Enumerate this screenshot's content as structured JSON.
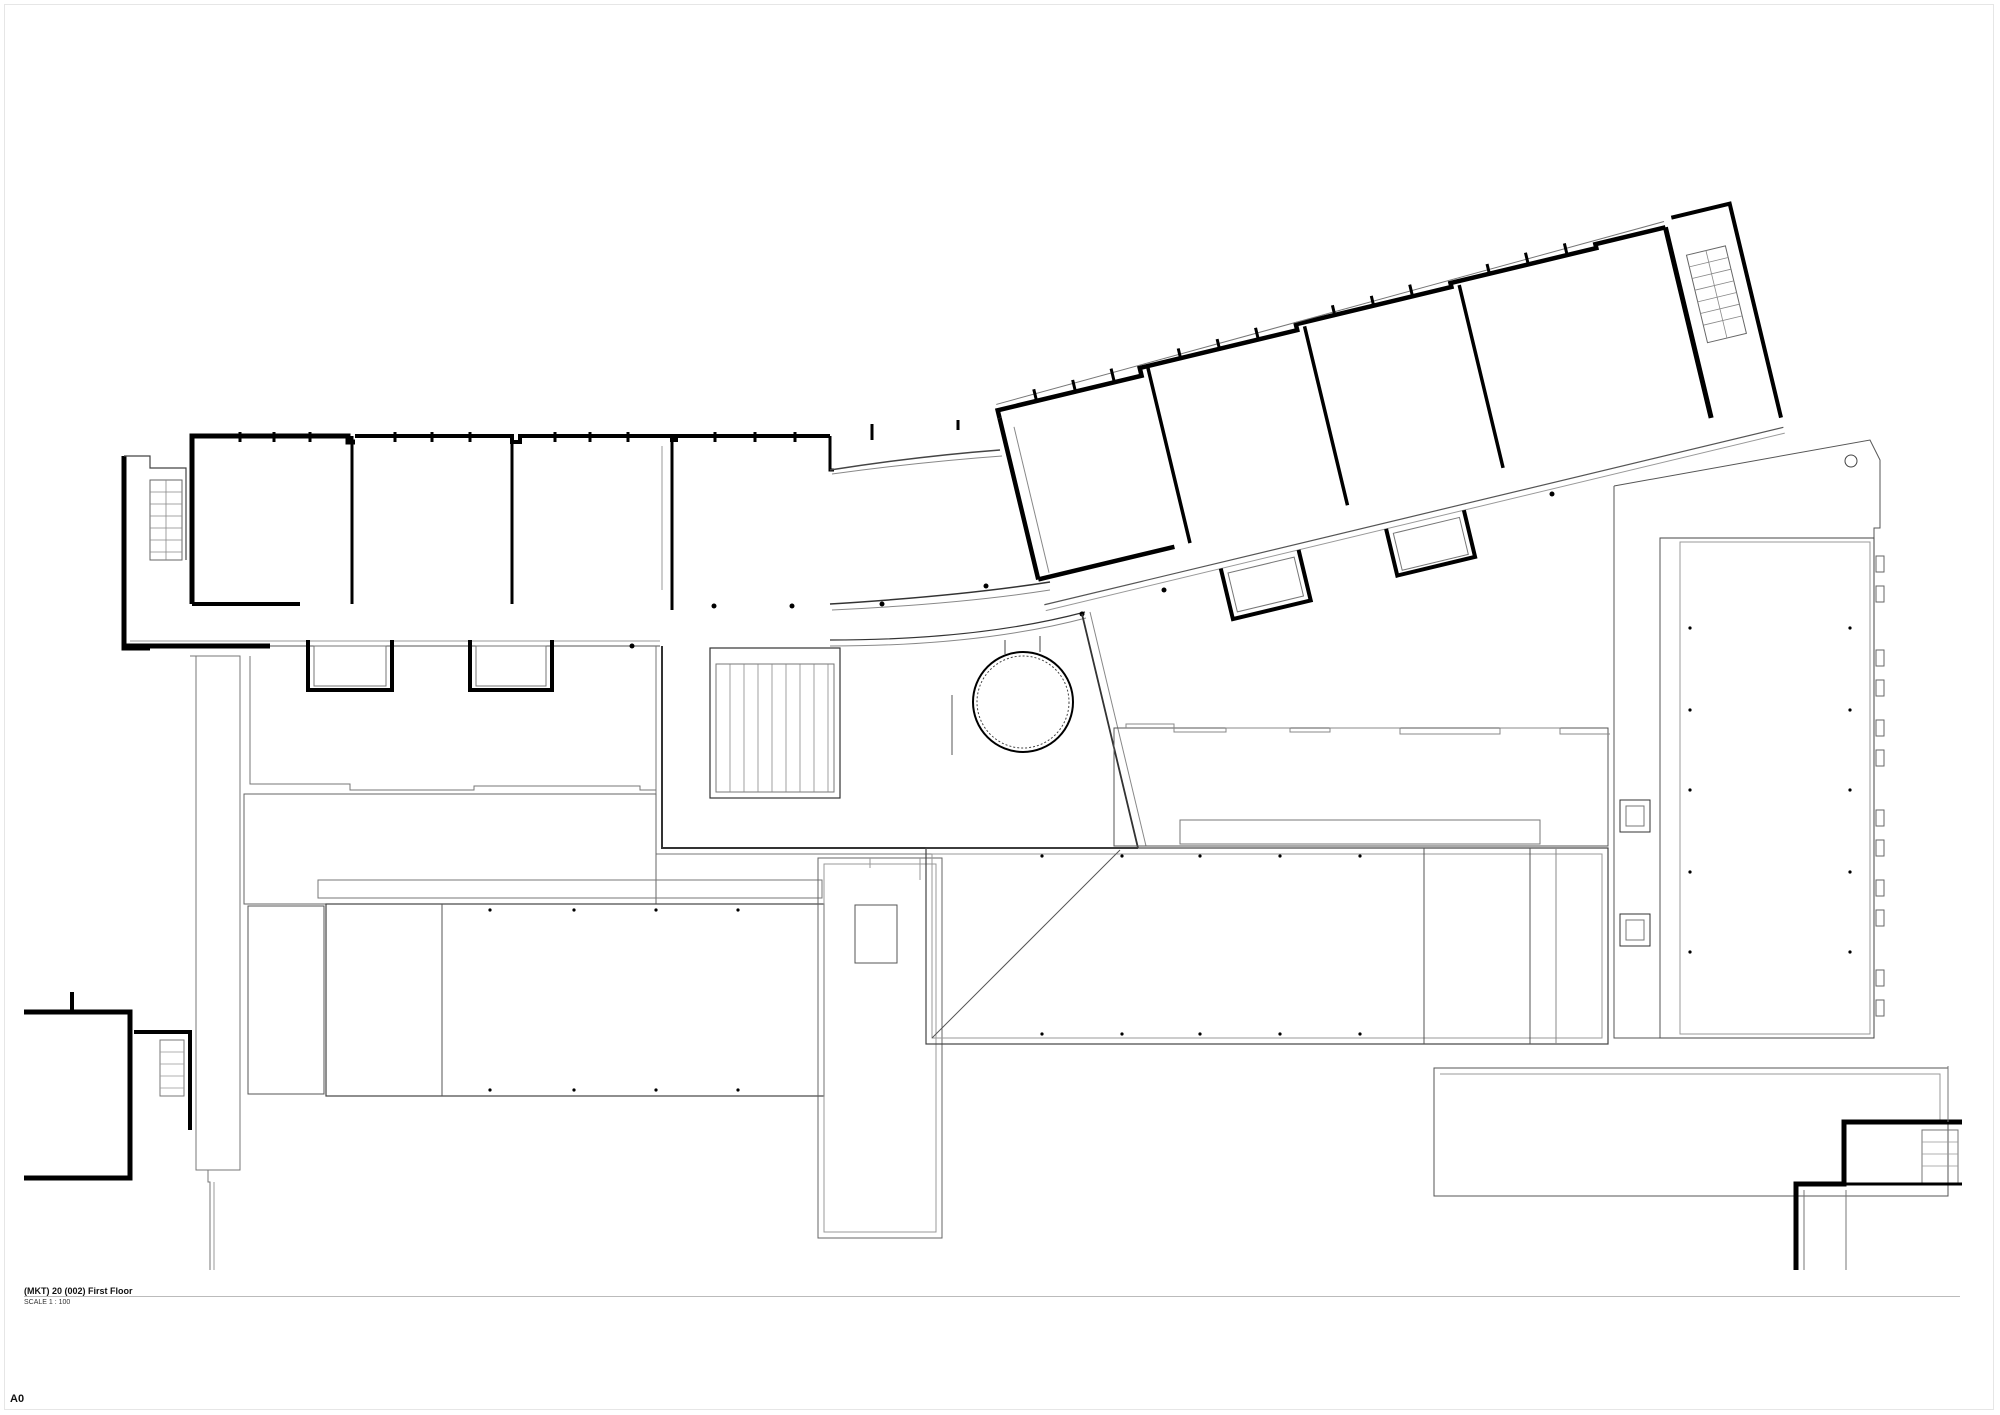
{
  "drawing": {
    "title": "(MKT) 20 (002) First Floor",
    "scale": "SCALE 1 : 100"
  },
  "sheet": {
    "size": "A0"
  },
  "colors": {
    "wall": "#000000",
    "line": "#555555",
    "light": "#9a9a9a",
    "background": "#ffffff"
  }
}
